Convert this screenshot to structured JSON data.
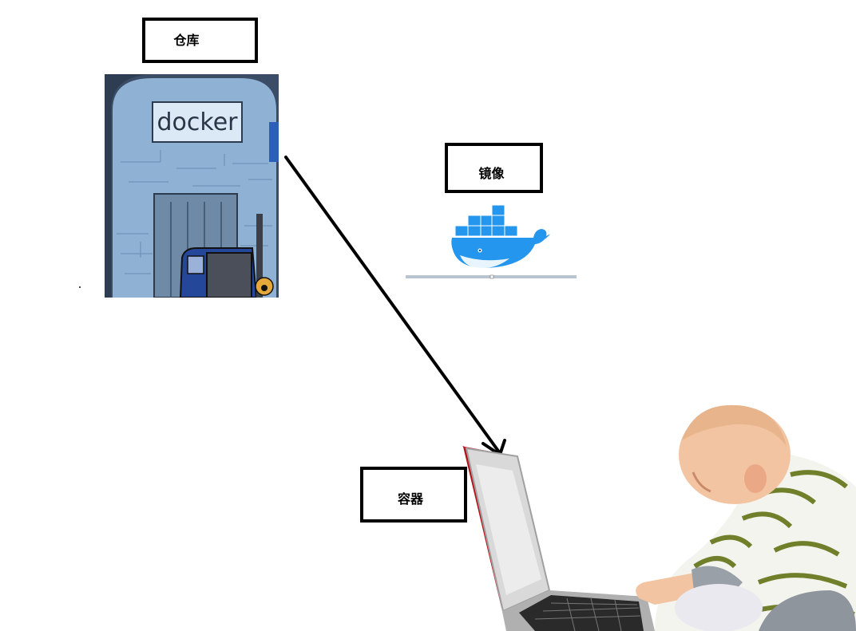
{
  "labels": {
    "repository": "仓库",
    "image": "镜像",
    "container": "容器"
  },
  "warehouse_sign": "docker",
  "icons": {
    "warehouse": "docker-warehouse-illustration",
    "image": "docker-whale-logo",
    "container": "baby-with-laptop-photo",
    "arrow": "arrow-repository-to-container"
  },
  "colors": {
    "box_border": "#000000",
    "whale_blue": "#2496ed",
    "arrow": "#000000"
  }
}
